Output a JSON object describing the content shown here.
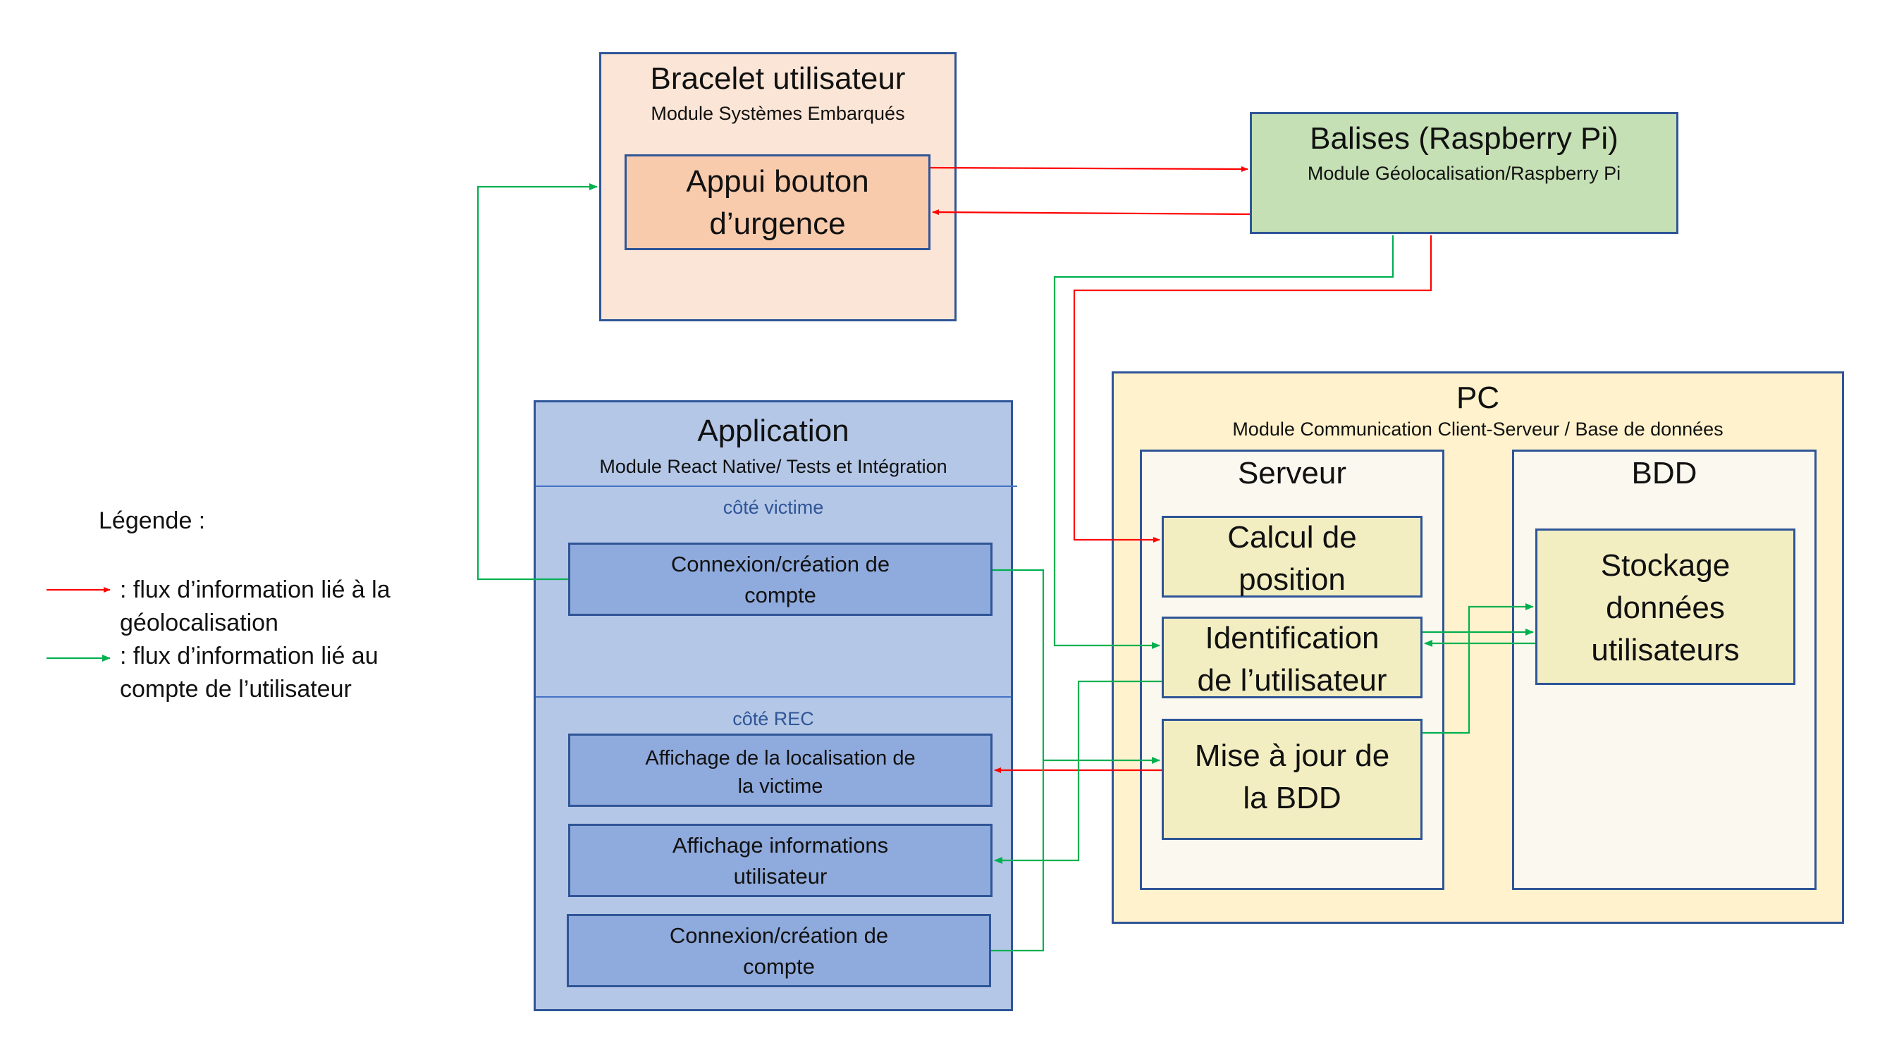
{
  "bracelet": {
    "title": "Bracelet utilisateur",
    "subtitle": "Module Systèmes Embarqués",
    "button": "Appui bouton\nd’urgence"
  },
  "balises": {
    "title": "Balises (Raspberry Pi)",
    "subtitle": "Module Géolocalisation/Raspberry Pi"
  },
  "application": {
    "title": "Application",
    "subtitle": "Module React Native/ Tests et Intégration",
    "section_victime": "côté victime",
    "connexion_victime": "Connexion/création de\ncompte",
    "section_rec": "côté REC",
    "affichage_localisation": "Affichage de la localisation de\nla victime",
    "affichage_infos": "Affichage informations\nutilisateur",
    "connexion_rec": "Connexion/création de\ncompte"
  },
  "pc": {
    "title": "PC",
    "subtitle": "Module Communication Client-Serveur / Base de données",
    "serveur": {
      "title": "Serveur",
      "calcul": "Calcul de\nposition",
      "identification": "Identification\nde l’utilisateur",
      "mise_a_jour": "Mise à jour de\nla BDD"
    },
    "bdd": {
      "title": "BDD",
      "stockage": "Stockage\ndonnées\nutilisateurs"
    }
  },
  "legend": {
    "title": "Légende :",
    "red_text": ":  flux d’information lié à la\ngéolocalisation",
    "green_text": ":  flux d’information lié au\ncompte de l’utilisateur"
  },
  "colors": {
    "geolocalisation_flow": "#ff0000",
    "compte_flow": "#00b050",
    "box_border": "#2f5597"
  }
}
